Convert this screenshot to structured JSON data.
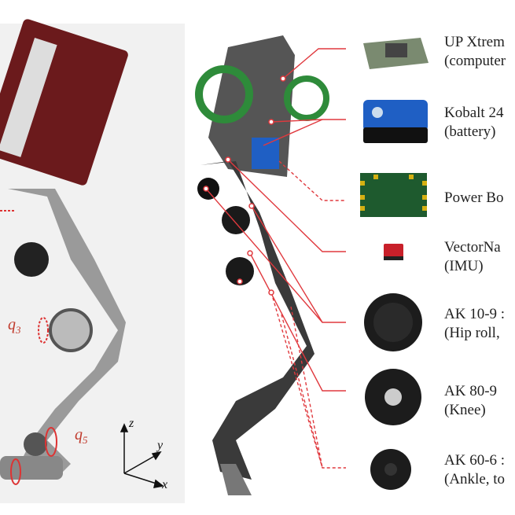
{
  "joint_labels": {
    "q3": "q",
    "q3_sub": "3",
    "q5": "q",
    "q5_sub": "5"
  },
  "axes": {
    "z": "z",
    "y": "y",
    "x": "x"
  },
  "components": [
    {
      "line1": "UP Xtrem",
      "line2": "(computer"
    },
    {
      "line1": "Kobalt 24",
      "line2": "(battery)"
    },
    {
      "line1": "Power Bo",
      "line2": ""
    },
    {
      "line1": "VectorNa",
      "line2": "(IMU)"
    },
    {
      "line1": "AK 10-9 :",
      "line2": "(Hip roll,"
    },
    {
      "line1": "AK 80-9",
      "line2": "(Knee)"
    },
    {
      "line1": "AK 60-6 :",
      "line2": "(Ankle, to"
    }
  ],
  "colors": {
    "leader": "#e0393e",
    "frame_green": "#2e8b3a",
    "battery_blue": "#1f5fc4",
    "pcb_green": "#1e5a2e"
  }
}
